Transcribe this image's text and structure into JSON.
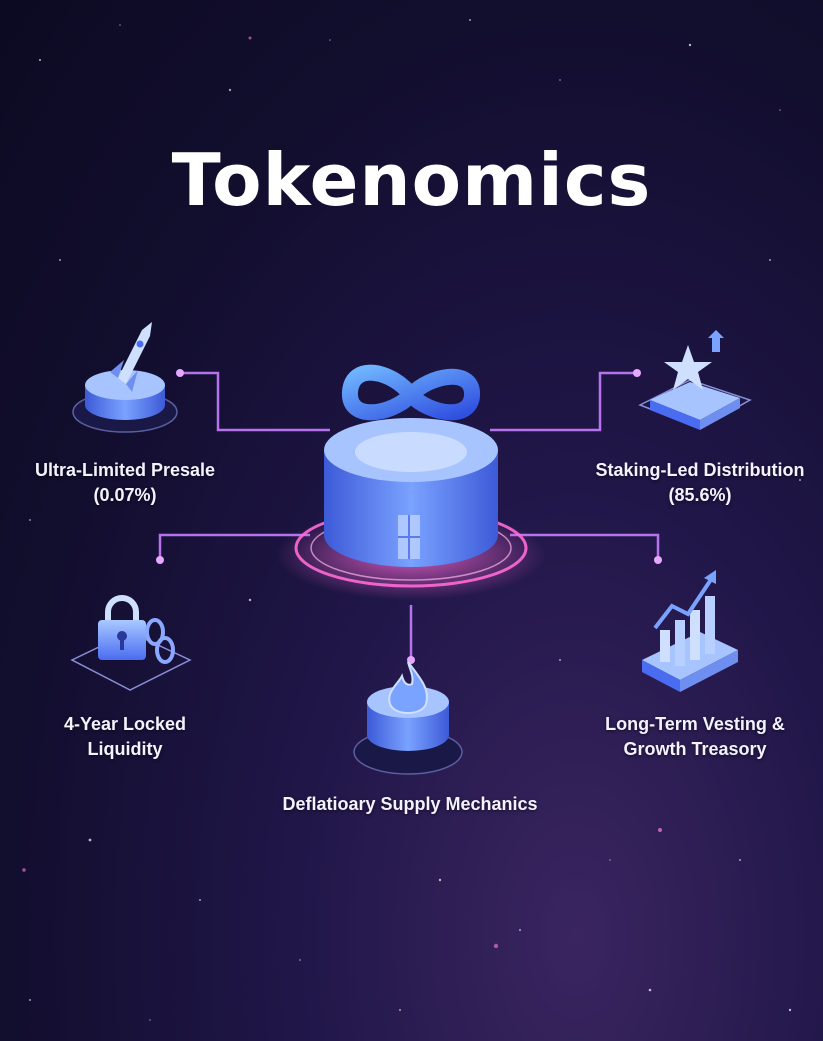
{
  "title": "Tokenomics",
  "nodes": [
    {
      "id": "presale",
      "icon": "rocket-icon",
      "lines": [
        "Ultra-Limited Presale",
        "(0.07%)"
      ]
    },
    {
      "id": "staking",
      "icon": "star-growth-icon",
      "lines": [
        "Staking-Led Distribution",
        "(85.6%)"
      ]
    },
    {
      "id": "liquidity",
      "icon": "padlock-chain-icon",
      "lines": [
        "4-Year Locked",
        "Liquidity"
      ]
    },
    {
      "id": "supply",
      "icon": "flame-icon",
      "lines": [
        "Deflatioary Supply Mechanics"
      ]
    },
    {
      "id": "treasury",
      "icon": "growth-bar-chart-icon",
      "lines": [
        "Long-Term Vesting &",
        "Growth Treasory"
      ]
    }
  ],
  "center": {
    "icon": "infinity-icon"
  },
  "colors": {
    "background": "#120e2e",
    "connector": "#c77dff",
    "accent_blue": "#5b8cff",
    "glow_pink": "#ff6ad5"
  }
}
